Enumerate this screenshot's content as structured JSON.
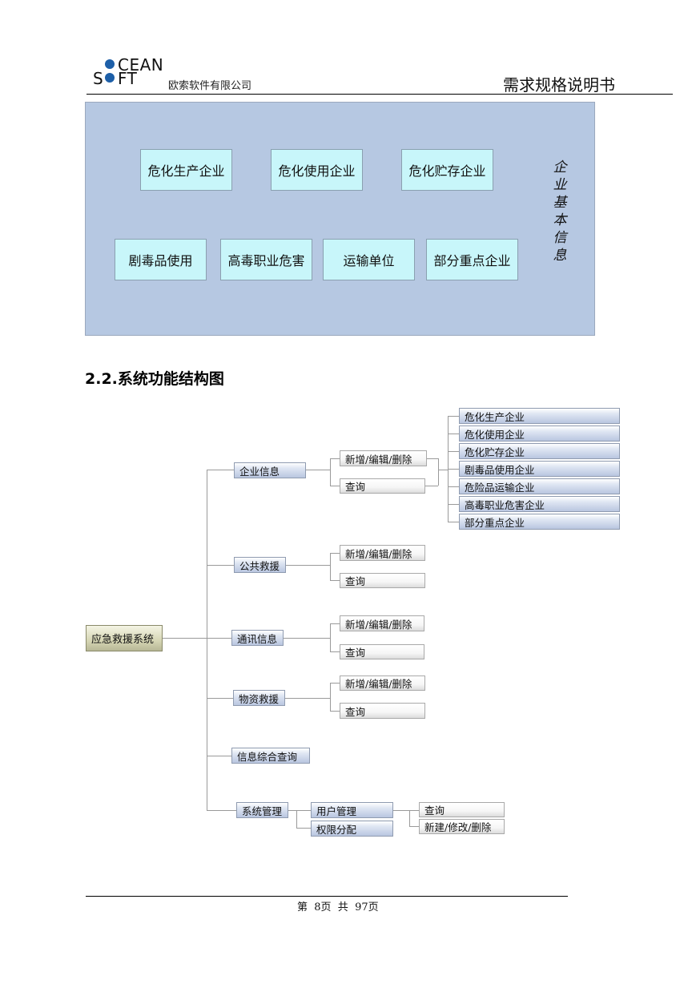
{
  "header": {
    "logo_top": "CEAN",
    "logo_s": "S",
    "logo_bottom": "FT",
    "company": "欧索软件有限公司",
    "doc_title": "需求规格说明书"
  },
  "basic_info_diagram": {
    "row1": [
      "危化生产企业",
      "危化使用企业",
      "危化贮存企业"
    ],
    "row2": [
      "剧毒品使用",
      "高毒职业危害",
      "运输单位",
      "部分重点企业"
    ],
    "side_label": [
      "企",
      "业",
      "基",
      "本",
      "信",
      "息"
    ]
  },
  "section": {
    "title": "2.2.系统功能结构图"
  },
  "tree": {
    "root": "应急救援系统",
    "enterprise": "企业信息",
    "enterprise_add": "新增/编辑/删除",
    "enterprise_query": "查询",
    "enterprise_types": [
      "危化生产企业",
      "危化使用企业",
      "危化贮存企业",
      "剧毒品使用企业",
      "危险品运输企业",
      "高毒职业危害企业",
      "部分重点企业"
    ],
    "rescue": "公共救援",
    "rescue_add": "新增/编辑/删除",
    "rescue_query": "查询",
    "comm": "通讯信息",
    "comm_add": "新增/编辑/删除",
    "comm_query": "查询",
    "material": "物资救援",
    "material_add": "新增/编辑/删除",
    "material_query": "查询",
    "info_query": "信息综合查询",
    "sys_mgmt": "系统管理",
    "user_mgmt": "用户管理",
    "perm": "权限分配",
    "user_query": "查询",
    "user_new": "新建/修改/删除"
  },
  "footer": {
    "page_text": "第  8页  共  97页"
  }
}
